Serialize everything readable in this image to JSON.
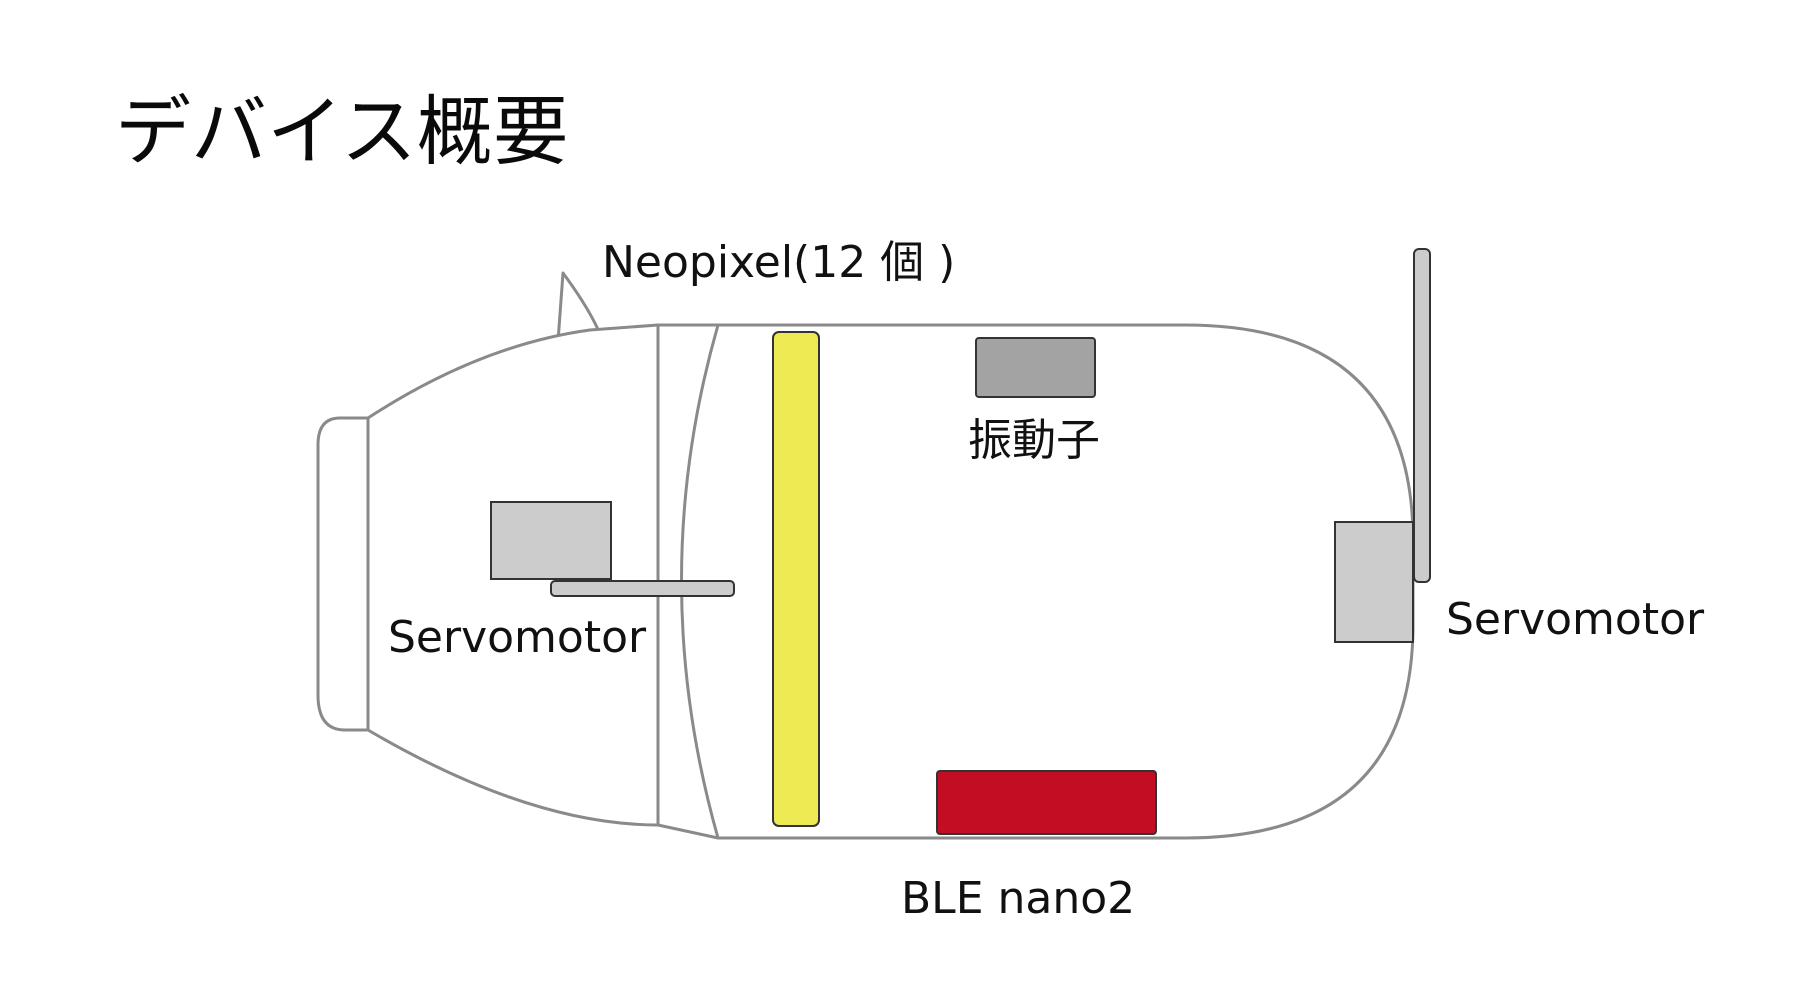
{
  "title": "デバイス概要",
  "labels": {
    "neopixel": "Neopixel(12 個 )",
    "vibrator": "振動子",
    "servo_left": "Servomotor",
    "servo_right": "Servomotor",
    "ble": "BLE nano2"
  },
  "colors": {
    "background": "#ffffff",
    "outline": "#8a8a8a",
    "neopixel": "#eeea53",
    "ble_board": "#c30d23",
    "vibrator": "#a3a3a3",
    "servo": "#cccccc"
  }
}
